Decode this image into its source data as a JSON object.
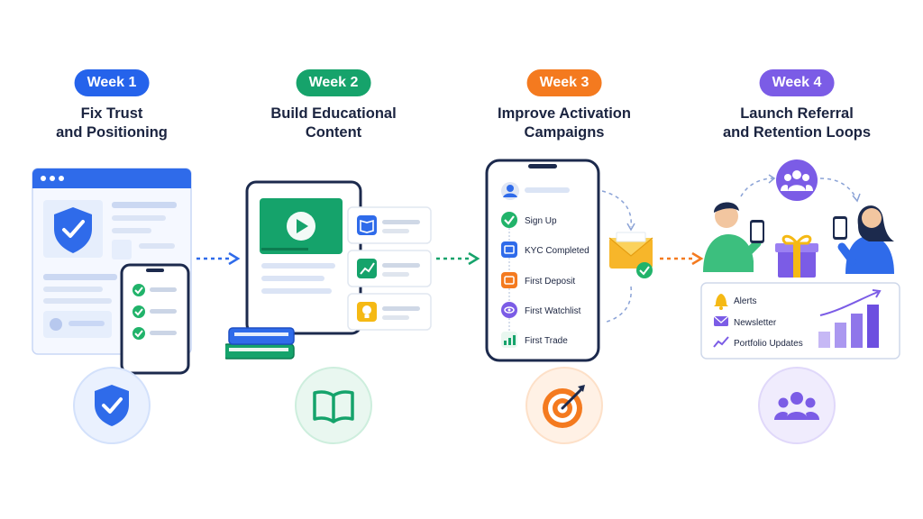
{
  "weeks": [
    {
      "label": "Week 1",
      "title_lines": [
        "Fix Trust",
        "and Positioning"
      ],
      "color": "#2563eb"
    },
    {
      "label": "Week 2",
      "title_lines": [
        "Build Educational",
        "Content"
      ],
      "color": "#16a36b"
    },
    {
      "label": "Week 3",
      "title_lines": [
        "Improve Activation",
        "Campaigns"
      ],
      "color": "#f47a1f"
    },
    {
      "label": "Week 4",
      "title_lines": [
        "Launch Referral",
        "and Retention Loops"
      ],
      "color": "#7b5ce6"
    }
  ],
  "week3": {
    "steps": [
      "Sign Up",
      "KYC Completed",
      "First Deposit",
      "First Watchlist",
      "First Trade"
    ]
  },
  "week4": {
    "channels": [
      "Alerts",
      "Newsletter",
      "Portfolio Updates"
    ]
  }
}
